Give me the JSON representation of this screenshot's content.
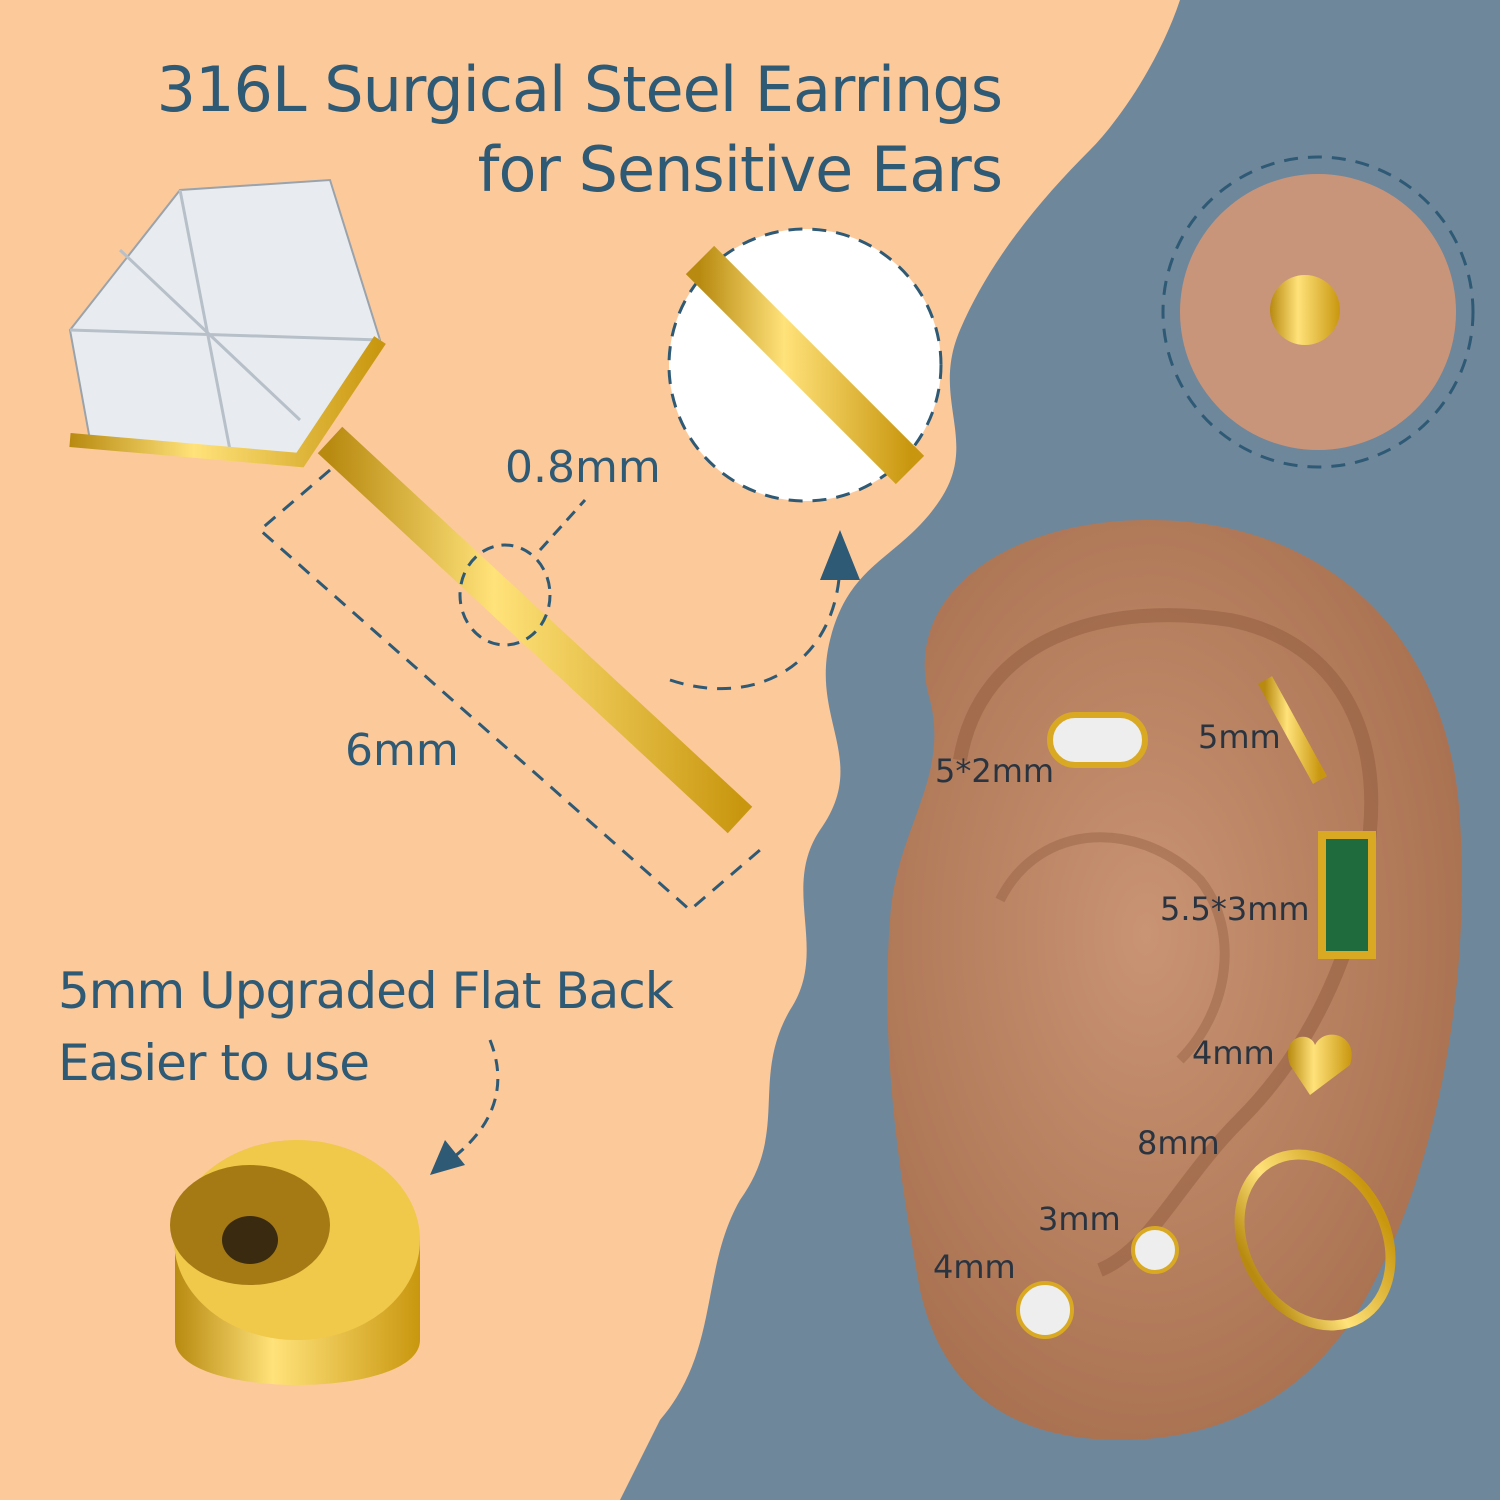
{
  "headline": {
    "line1": "316L Surgical Steel Earrings",
    "line2": "for Sensitive Ears"
  },
  "dimensions": {
    "diameter": "0.8mm",
    "length": "6mm"
  },
  "flat_back": {
    "line1": "5mm Upgraded Flat Back",
    "line2": "Easier to use"
  },
  "ear_labels": [
    "5*2mm",
    "5mm",
    "5.5*3mm",
    "4mm",
    "8mm",
    "3mm",
    "4mm"
  ],
  "colors": {
    "peach": "#fcc99b",
    "slate": "#6f879b",
    "text": "#2e5a75",
    "gold": "#e3b52a",
    "skin": "#c58f6c"
  }
}
